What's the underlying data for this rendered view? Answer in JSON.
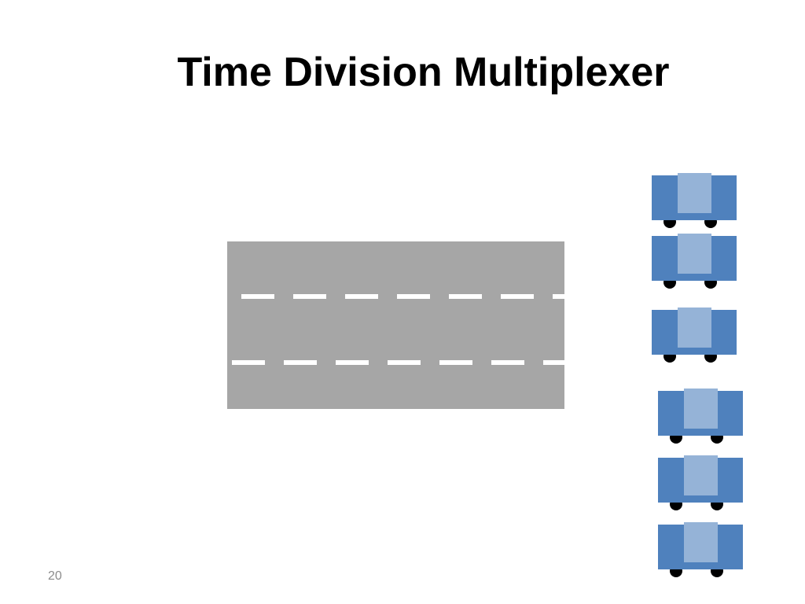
{
  "slide": {
    "title": "Time Division Multiplexer",
    "number": "20"
  },
  "diagram": {
    "road": {
      "lanes": 3,
      "color": "#a6a6a6",
      "lane_marking_color": "#ffffff"
    },
    "vehicles": {
      "count": 6,
      "body_color": "#4f81bd",
      "window_color": "#95b3d7",
      "wheel_color": "#000000",
      "icon": "car-icon"
    }
  }
}
